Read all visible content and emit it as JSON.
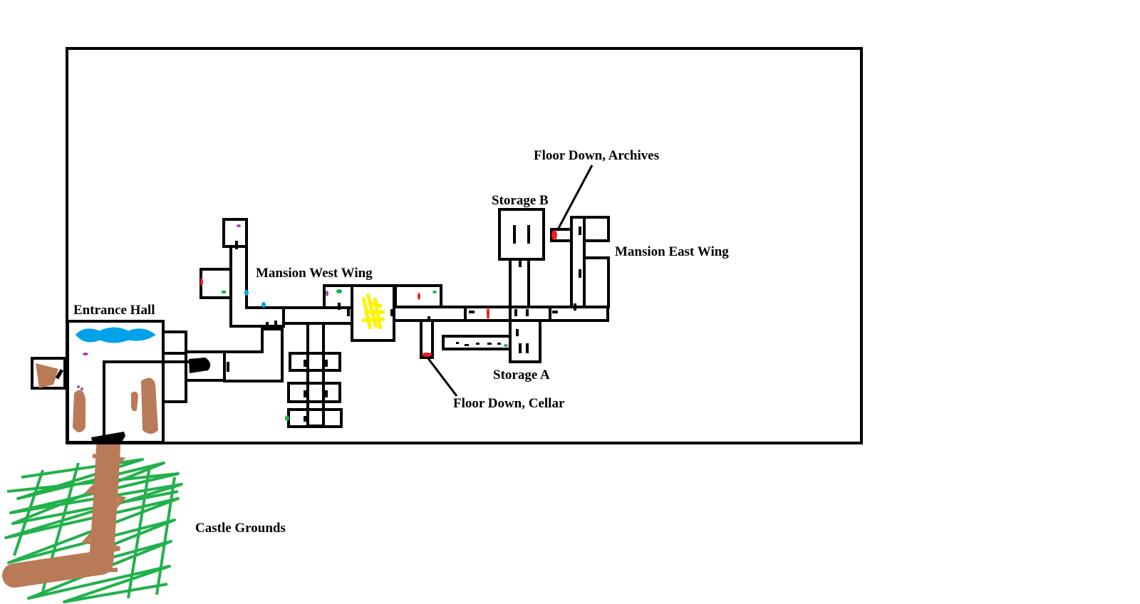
{
  "labels": {
    "entrance_hall": "Entrance Hall",
    "mansion_west_wing": "Mansion West Wing",
    "storage_b": "Storage B",
    "floor_down_archives": "Floor Down, Archives",
    "mansion_east_wing": "Mansion East Wing",
    "storage_a": "Storage A",
    "floor_down_cellar": "Floor Down, Cellar",
    "castle_grounds": "Castle Grounds"
  },
  "colors": {
    "wall": "#000000",
    "grass": "#22b14c",
    "path": "#b97a57",
    "water": "#00a2e8",
    "treasure": "#fff200",
    "marker_red": "#ed1c24",
    "marker_purple": "#a349a4",
    "marker_green": "#22b14c",
    "marker_blue": "#00a2e8"
  },
  "icons": {
    "door": "door-mark-icon",
    "floor_down": "stairs-down-icon",
    "pointer": "leader-line-icon"
  }
}
